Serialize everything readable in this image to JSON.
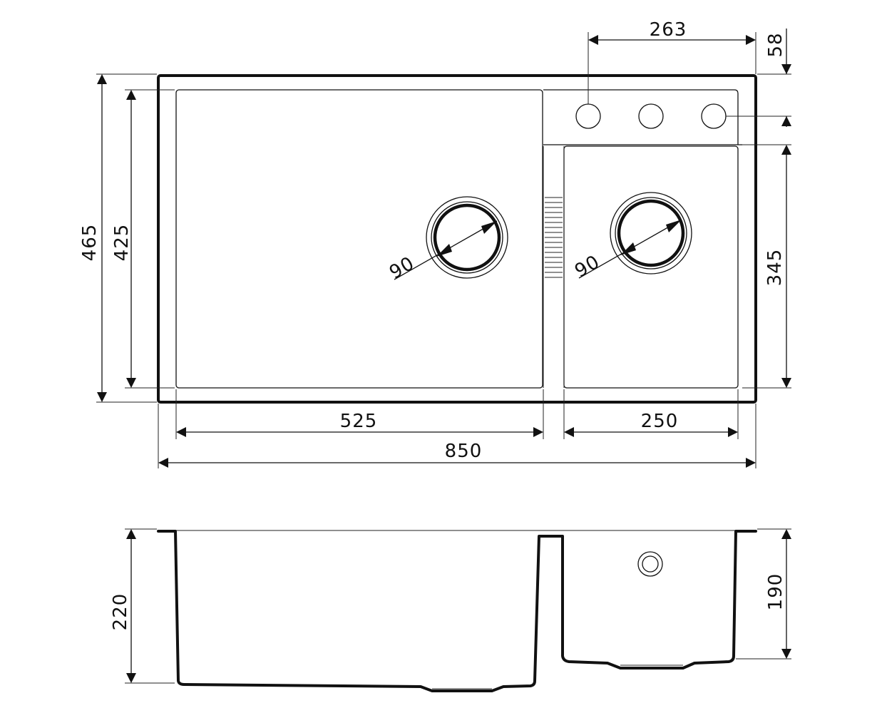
{
  "top_view": {
    "overall_width": "850",
    "overall_depth": "465",
    "inner_depth": "425",
    "large_bowl_width": "525",
    "small_bowl_width": "250",
    "small_bowl_depth": "345",
    "tap_hole_span": "263",
    "tap_hole_offset": "58",
    "large_drain_diameter": "90",
    "small_drain_diameter": "90"
  },
  "side_view": {
    "large_bowl_height": "220",
    "small_bowl_height": "190"
  }
}
